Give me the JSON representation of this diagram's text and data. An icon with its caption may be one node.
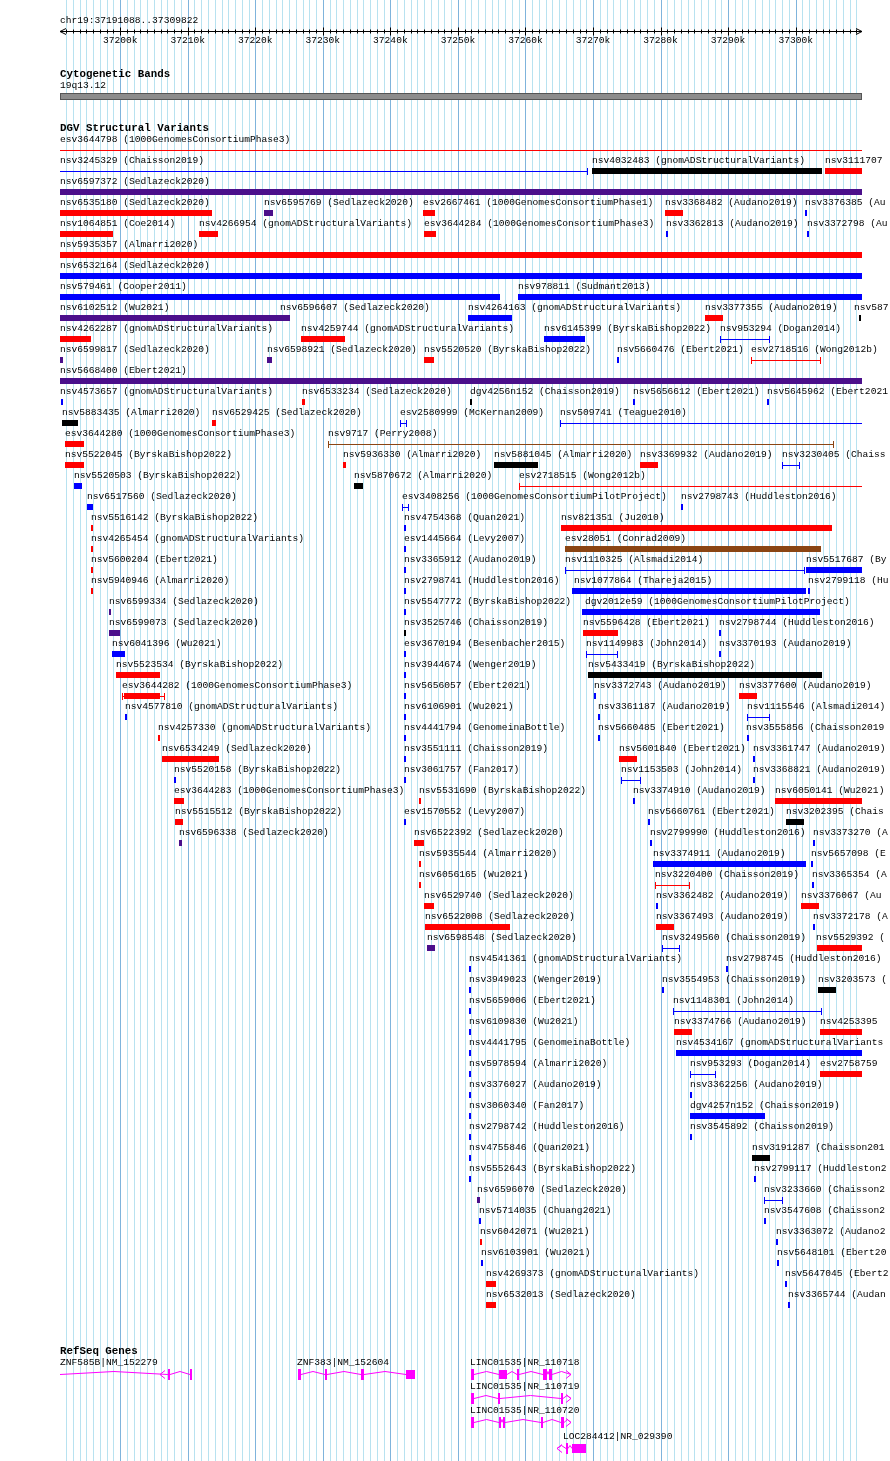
{
  "diagram": {
    "title": "chr19:37191088..37309822",
    "labels": [
      "37200k",
      "37210k",
      "37220k",
      "37230k",
      "37240k",
      "37250k",
      "37260k",
      "37270k",
      "37280k",
      "37290k",
      "37300k",
      "Cytogenetic Bands",
      "19q13.12",
      "DGV Structural Variants",
      "esv3644798 (1000GenomesConsortiumPhase3)",
      "nsv3245329 (Chaisson2019)",
      "nsv4032483 (gnomADStructuralVariants)",
      "nsv3111707",
      "nsv6597372 (Sedlazeck2020)",
      "nsv6535180 (Sedlazeck2020)",
      "nsv6595769 (Sedlazeck2020)",
      "esv2667461 (1000GenomesConsortiumPhase1)",
      "nsv3368482 (Audano2019)",
      "nsv3376385 (Au",
      "nsv1064851 (Coe2014)",
      "nsv4266954 (gnomADStructuralVariants)",
      "esv3644284 (1000GenomesConsortiumPhase3)",
      "nsv3362813 (Audano2019)",
      "nsv3372798 (Au",
      "nsv5935357 (Almarri2020)",
      "nsv6532164 (Sedlazeck2020)",
      "nsv579461 (Cooper2011)",
      "nsv978811 (Sudmant2013)",
      "nsv6102512 (Wu2021)",
      "nsv6596607 (Sedlazeck2020)",
      "nsv4264163 (gnomADStructuralVariants)",
      "nsv3377355 (Audano2019)",
      "nsv587",
      "nsv4262287 (gnomADStructuralVariants)",
      "nsv4259744 (gnomADStructuralVariants)",
      "nsv6145399 (ByrskaBishop2022)",
      "nsv953294 (Dogan2014)",
      "nsv6599817 (Sedlazeck2020)",
      "nsv6598921 (Sedlazeck2020)",
      "nsv5520520 (ByrskaBishop2022)",
      "nsv5660476 (Ebert2021)",
      "esv2718516 (Wong2012b)",
      "nsv5668400 (Ebert2021)",
      "nsv4573657 (gnomADStructuralVariants)",
      "nsv6533234 (Sedlazeck2020)",
      "dgv4256n152 (Chaisson2019)",
      "nsv5656612 (Ebert2021)",
      "nsv5645962 (Ebert2021",
      "nsv5883435 (Almarri2020)",
      "nsv6529425 (Sedlazeck2020)",
      "esv2580999 (McKernan2009)",
      "nsv509741 (Teague2010)",
      "esv3644280 (1000GenomesConsortiumPhase3)",
      "nsv9717 (Perry2008)",
      "nsv5522045 (ByrskaBishop2022)",
      "nsv5936330 (Almarri2020)",
      "nsv5881045 (Almarri2020)",
      "nsv3369932 (Audano2019)",
      "nsv3230405 (Chaiss",
      "nsv5520503 (ByrskaBishop2022)",
      "nsv5870672 (Almarri2020)",
      "esv2718515 (Wong2012b)",
      "nsv6517560 (Sedlazeck2020)",
      "esv3408256 (1000GenomesConsortiumPilotProject)",
      "nsv2798743 (Huddleston2016)",
      "nsv5516142 (ByrskaBishop2022)",
      "nsv4754368 (Quan2021)",
      "nsv821351 (Ju2010)",
      "nsv4265454 (gnomADStructuralVariants)",
      "esv1445664 (Levy2007)",
      "esv28051 (Conrad2009)",
      "nsv5600204 (Ebert2021)",
      "nsv3365912 (Audano2019)",
      "nsv1110325 (Alsmadi2014)",
      "nsv5517687 (By",
      "nsv5940946 (Almarri2020)",
      "nsv2798741 (Huddleston2016)",
      "nsv1077864 (Thareja2015)",
      "nsv2799118 (Hu",
      "nsv6599334 (Sedlazeck2020)",
      "nsv5547772 (ByrskaBishop2022)",
      "dgv2012e59 (1000GenomesConsortiumPilotProject)",
      "nsv6599073 (Sedlazeck2020)",
      "nsv3525746 (Chaisson2019)",
      "nsv5596428 (Ebert2021)",
      "nsv2798744 (Huddleston2016)",
      "nsv6041396 (Wu2021)",
      "esv3670194 (Besenbacher2015)",
      "nsv1149983 (John2014)",
      "nsv3370193 (Audano2019)",
      "nsv5523534 (ByrskaBishop2022)",
      "nsv3944674 (Wenger2019)",
      "nsv5433419 (ByrskaBishop2022)",
      "esv3644282 (1000GenomesConsortiumPhase3)",
      "nsv5656057 (Ebert2021)",
      "nsv3372743 (Audano2019)",
      "nsv3377600 (Audano2019)",
      "nsv4577810 (gnomADStructuralVariants)",
      "nsv6106901 (Wu2021)",
      "nsv3361187 (Audano2019)",
      "nsv1115546 (Alsmadi2014)",
      "nsv4257330 (gnomADStructuralVariants)",
      "nsv4441794 (GenomeinaBottle)",
      "nsv5660485 (Ebert2021)",
      "nsv3555856 (Chaisson2019",
      "nsv6534249 (Sedlazeck2020)",
      "nsv3551111 (Chaisson2019)",
      "nsv5601840 (Ebert2021)",
      "nsv3361747 (Audano2019)",
      "nsv5520158 (ByrskaBishop2022)",
      "nsv3061757 (Fan2017)",
      "nsv1153503 (John2014)",
      "nsv3368821 (Audano2019)",
      "esv3644283 (1000GenomesConsortiumPhase3)",
      "nsv5531690 (ByrskaBishop2022)",
      "nsv3374910 (Audano2019)",
      "nsv6050141 (Wu2021)",
      "nsv5515512 (ByrskaBishop2022)",
      "esv1570552 (Levy2007)",
      "nsv5660761 (Ebert2021)",
      "nsv3202395 (Chais",
      "nsv6596338 (Sedlazeck2020)",
      "nsv6522392 (Sedlazeck2020)",
      "nsv2799990 (Huddleston2016)",
      "nsv3373270 (A",
      "nsv5935544 (Almarri2020)",
      "nsv3374911 (Audano2019)",
      "nsv5657098 (E",
      "nsv6056165 (Wu2021)",
      "nsv3220400 (Chaisson2019)",
      "nsv3365354 (A",
      "nsv6529740 (Sedlazeck2020)",
      "nsv3362482 (Audano2019)",
      "nsv3376067 (Au",
      "nsv6522008 (Sedlazeck2020)",
      "nsv3367493 (Audano2019)",
      "nsv3372178 (A",
      "nsv6598548 (Sedlazeck2020)",
      "nsv3249560 (Chaisson2019)",
      "nsv5529392 (",
      "nsv4541361 (gnomADStructuralVariants)",
      "nsv2798745 (Huddleston2016)",
      "nsv3949023 (Wenger2019)",
      "nsv3554953 (Chaisson2019)",
      "nsv3203573 (",
      "nsv5659006 (Ebert2021)",
      "nsv1148301 (John2014)",
      "nsv6109830 (Wu2021)",
      "nsv3374766 (Audano2019)",
      "nsv4253395",
      "nsv4441795 (GenomeinaBottle)",
      "nsv4534167 (gnomADStructuralVariants",
      "nsv5978594 (Almarri2020)",
      "nsv953293 (Dogan2014)",
      "esv2758759",
      "nsv3376027 (Audano2019)",
      "nsv3362256 (Audano2019)",
      "nsv3060340 (Fan2017)",
      "dgv4257n152 (Chaisson2019)",
      "nsv2798742 (Huddleston2016)",
      "nsv3545892 (Chaisson2019)",
      "nsv4755846 (Quan2021)",
      "nsv3191287 (Chaisson201",
      "nsv5552643 (ByrskaBishop2022)",
      "nsv2799117 (Huddleston2",
      "nsv6596070 (Sedlazeck2020)",
      "nsv3233660 (Chaisson2",
      "nsv5714035 (Chuang2021)",
      "nsv3547608 (Chaisson2",
      "nsv6042071 (Wu2021)",
      "nsv3363072 (Audano2",
      "nsv6103901 (Wu2021)",
      "nsv5648101 (Ebert20",
      "nsv4269373 (gnomADStructuralVariants)",
      "nsv5647045 (Ebert2",
      "nsv6532013 (Sedlazeck2020)",
      "nsv3365744 (Audan",
      "RefSeq Genes",
      "ZNF585B|NM_152279",
      "ZNF383|NM_152604",
      "LINC01535|NR_110718",
      "LINC01535|NR_110719",
      "LINC01535|NR_110720",
      "LOC284412|NR_029390"
    ]
  }
}
